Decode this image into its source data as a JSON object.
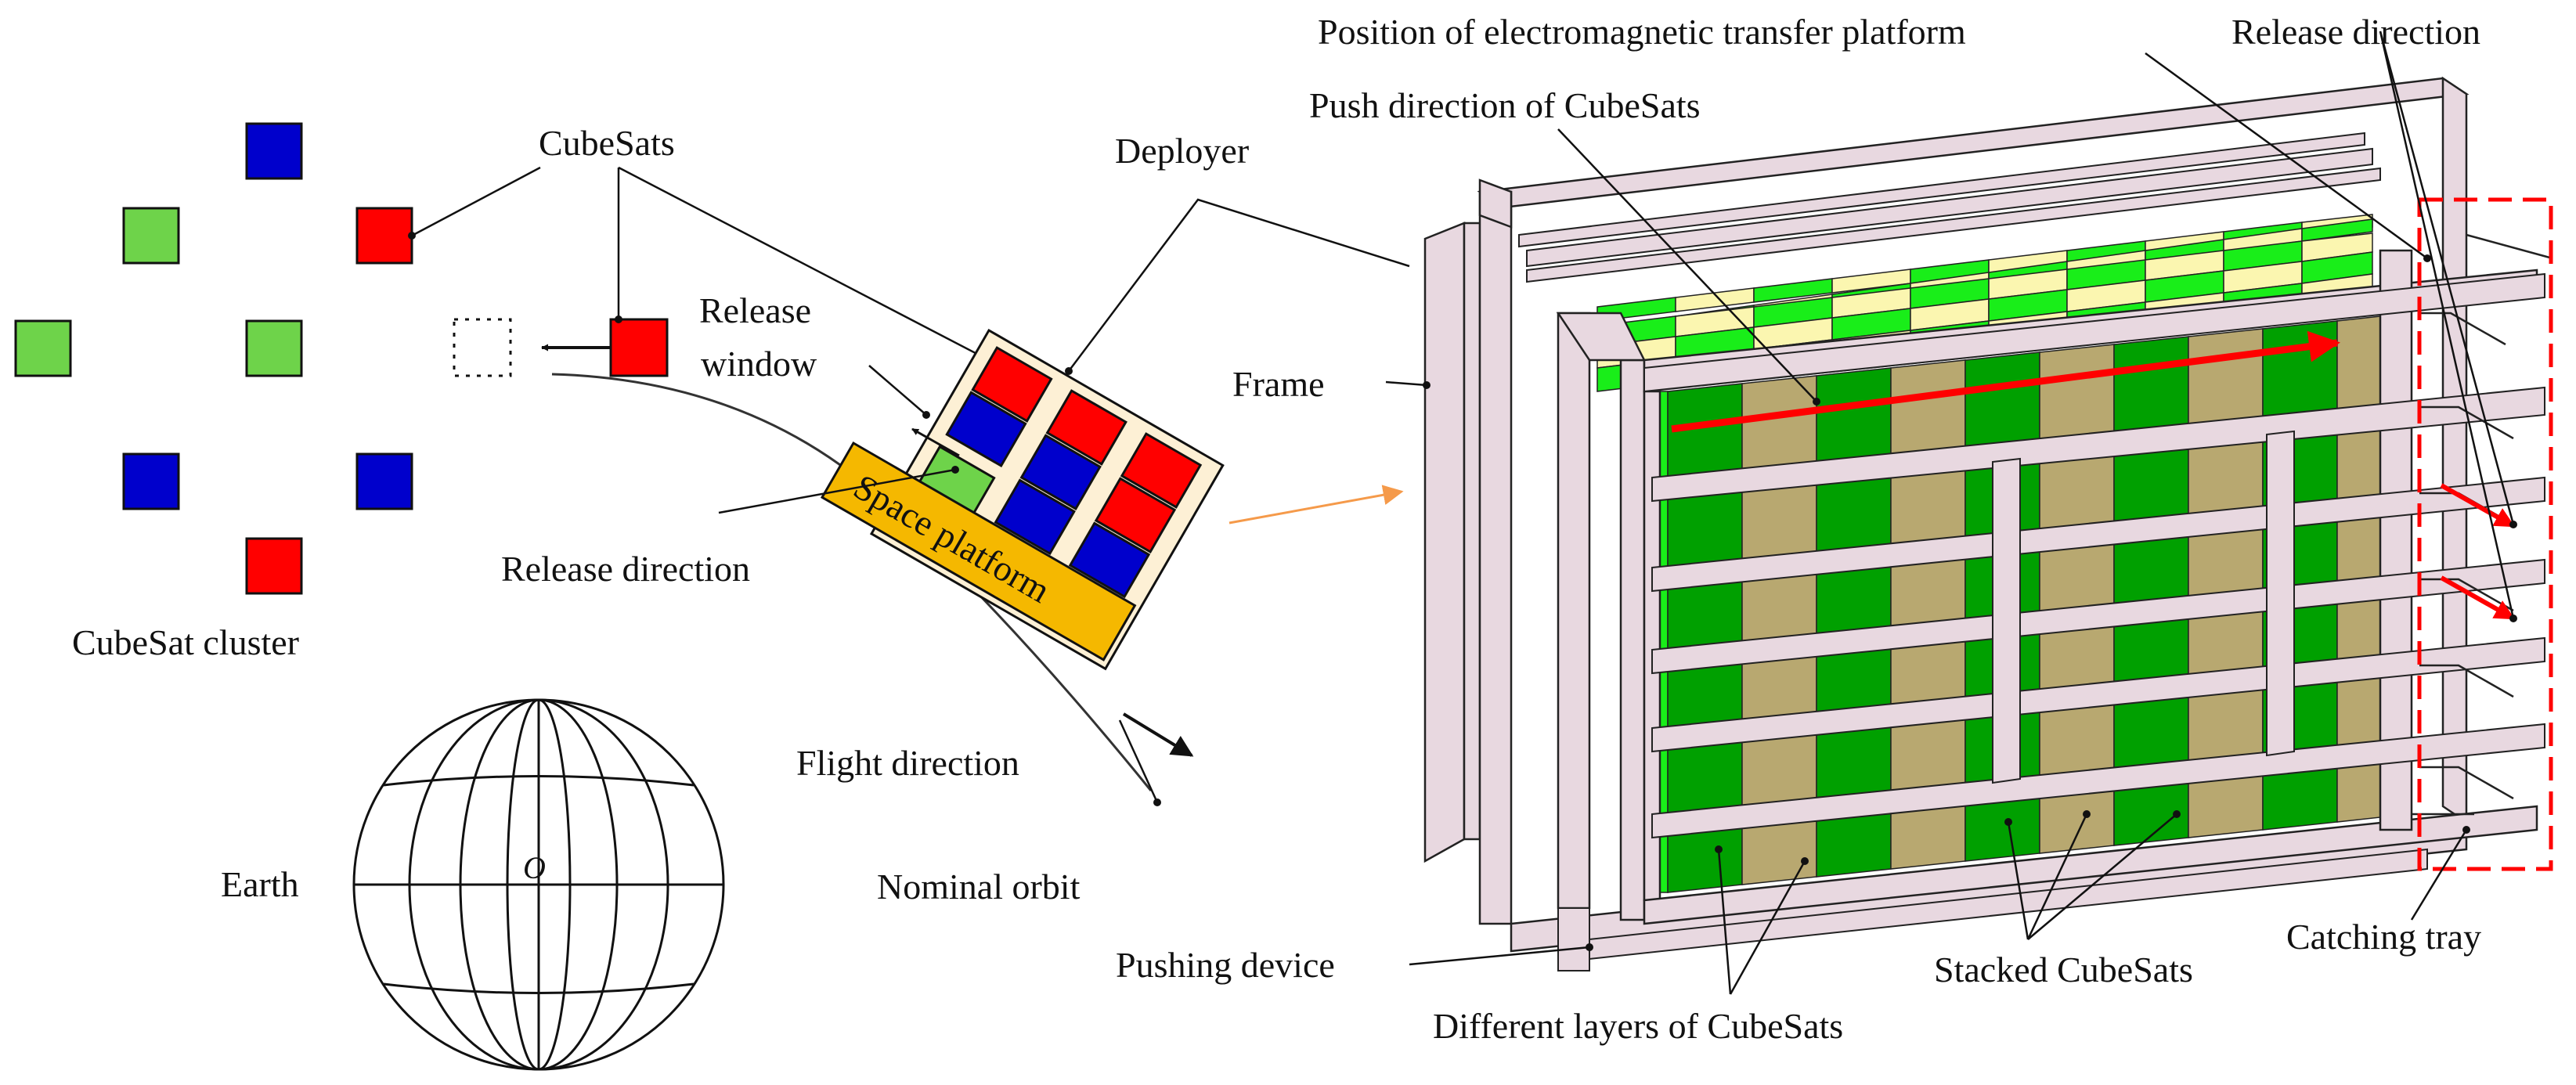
{
  "labels": {
    "cubesats": "CubeSats",
    "deployer": "Deployer",
    "release_window": [
      "Release",
      "window"
    ],
    "release_direction_left": "Release direction",
    "space_platform": "Space platform",
    "cubesat_cluster": "CubeSat cluster",
    "flight_direction": "Flight direction",
    "nominal_orbit": "Nominal orbit",
    "earth": "Earth",
    "earth_center": "O",
    "frame": "Frame",
    "position_em_platform": "Position of electromagnetic transfer platform",
    "release_direction_right": "Release direction",
    "push_direction": "Push direction of CubeSats",
    "pushing_device": "Pushing device",
    "stacked_cubesats": "Stacked CubeSats",
    "catching_tray": "Catching tray",
    "different_layers": "Different layers of CubeSats"
  },
  "colors": {
    "red": "#ff0000",
    "blue": "#0000cc",
    "light_green": "#6ed34a",
    "green": "#00a000",
    "bright_green": "#19ee19",
    "tan": "#b8a870",
    "pale_yellow": "#fbf6b0",
    "frame_pink": "#e8d8e0",
    "platform_orange": "#f5b800",
    "deployer_bg": "#fdf0d5",
    "arrow_orange": "#f59a4a"
  }
}
